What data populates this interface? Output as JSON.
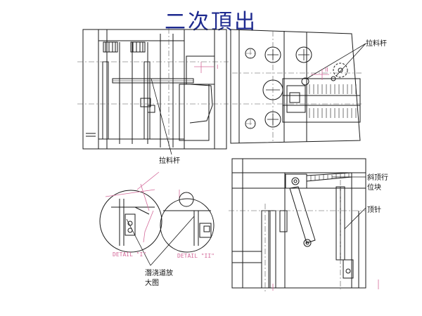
{
  "title": "二次頂出",
  "labels": {
    "pull_rod_top": "拉料杆",
    "pull_rod_bottom": "拉料杆",
    "angled_lifter_line1": "斜顶行",
    "angled_lifter_line2": "位块",
    "ejector_pin": "顶针",
    "runner_line1": "潛浇道放",
    "runner_line2": "大图"
  },
  "markers": {
    "mark_i": "I",
    "mark_ii": "II",
    "detail_i": "DETAIL \"I\"",
    "detail_ii": "DETAIL \"II\""
  },
  "colors": {
    "title": "#1e2a8f",
    "line": "#1a1a1a",
    "accent": "#d46a9a",
    "center": "#555555"
  }
}
